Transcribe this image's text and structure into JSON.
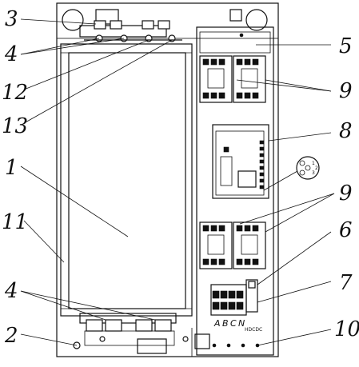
{
  "callouts": {
    "c1": "1",
    "c2": "2",
    "c3": "3",
    "c4a": "4",
    "c4b": "4",
    "c5": "5",
    "c6": "6",
    "c7": "7",
    "c8": "8",
    "c9a": "9",
    "c9b": "9",
    "c10": "10",
    "c11": "11",
    "c12": "12",
    "c13": "13"
  },
  "terminal_labels": {
    "A": "A",
    "B": "B",
    "C": "C",
    "N": "N",
    "hdcdc": "HDCDC"
  },
  "sensor_labels": {
    "s1": "1",
    "s2": "2",
    "s3": "3"
  }
}
